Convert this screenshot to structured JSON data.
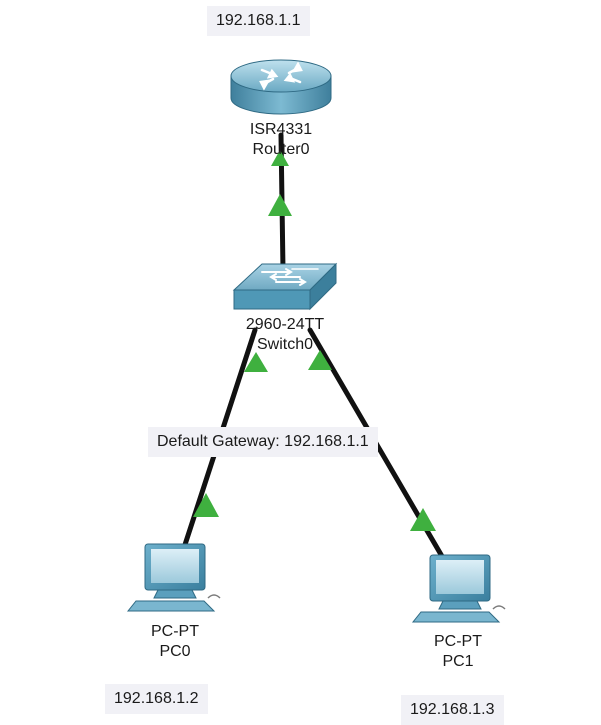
{
  "topology": {
    "devices": [
      {
        "id": "router0",
        "model": "ISR4331",
        "name": "Router0",
        "icon": "router-icon"
      },
      {
        "id": "switch0",
        "model": "2960-24TT",
        "name": "Switch0",
        "icon": "switch-icon"
      },
      {
        "id": "pc0",
        "model": "PC-PT",
        "name": "PC0",
        "icon": "pc-icon"
      },
      {
        "id": "pc1",
        "model": "PC-PT",
        "name": "PC1",
        "icon": "pc-icon"
      }
    ],
    "links": [
      {
        "from": "router0",
        "to": "switch0",
        "status": "up"
      },
      {
        "from": "switch0",
        "to": "pc0",
        "status": "up"
      },
      {
        "from": "switch0",
        "to": "pc1",
        "status": "up"
      }
    ],
    "notes": {
      "router_ip": "192.168.1.1",
      "default_gateway": "Default Gateway: 192.168.1.1",
      "pc0_ip": "192.168.1.2",
      "pc1_ip": "192.168.1.3"
    }
  },
  "colors": {
    "cable": "#111111",
    "link_up": "#3fb03f",
    "device_body": "#4f98b6",
    "note_bg": "#f1f1f6"
  }
}
